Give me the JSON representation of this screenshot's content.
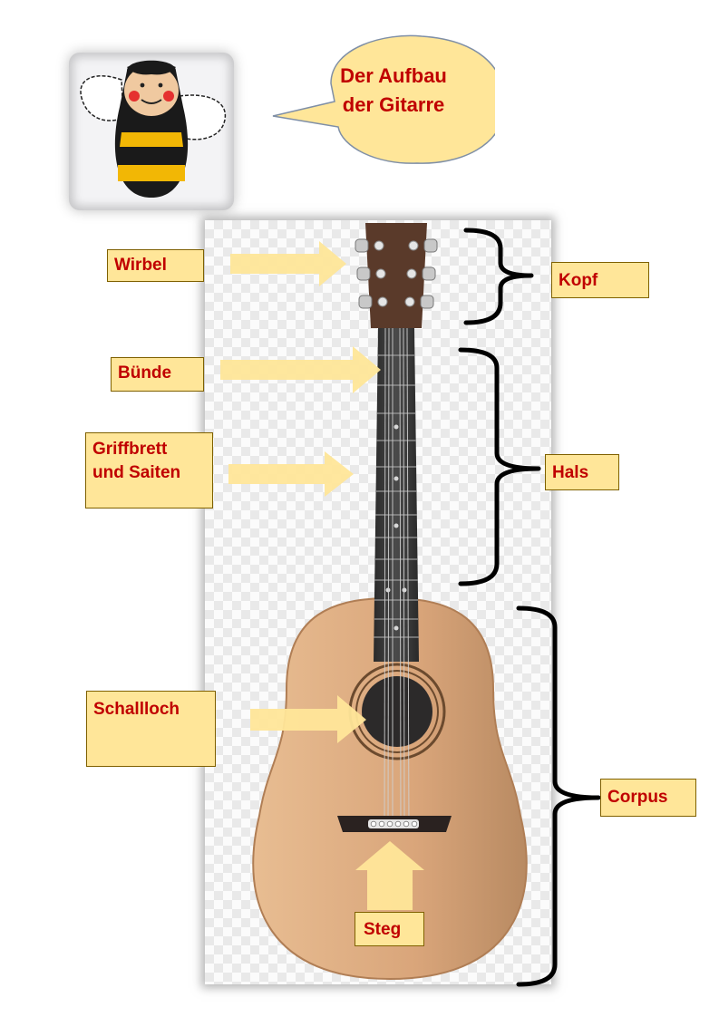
{
  "title": {
    "line1": "Der Aufbau",
    "line2": "der Gitarre"
  },
  "labels": {
    "wirbel": "Wirbel",
    "kopf": "Kopf",
    "buende": "Bünde",
    "griffbrett_line1": "Griffbrett",
    "griffbrett_line2": "und Saiten",
    "hals": "Hals",
    "schallloch": "Schallloch",
    "corpus": "Corpus",
    "steg": "Steg"
  },
  "colors": {
    "label_fill": "#ffe699",
    "label_text": "#c00000",
    "arrow_fill": "#ffe699",
    "bubble_fill": "#ffe699",
    "bracket": "#000000",
    "guitar_body": "#d9a57a",
    "fretboard": "#3a3a3a",
    "headstock": "#5a3a2a"
  },
  "icons": {
    "bee": "bee-puppet-icon",
    "guitar": "acoustic-guitar-icon"
  }
}
